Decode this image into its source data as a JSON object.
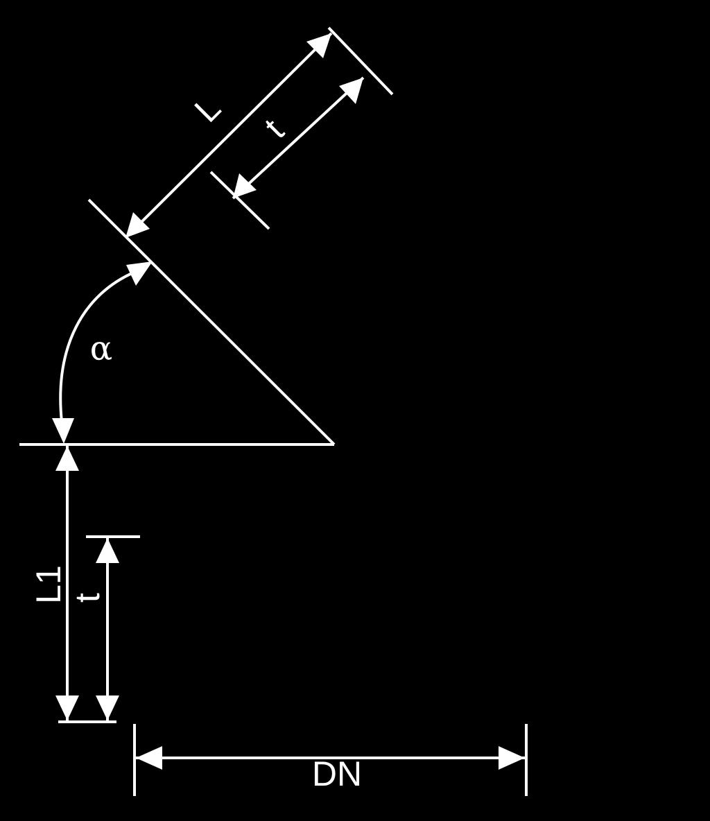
{
  "labels": {
    "length": "L",
    "depth_top": "t",
    "angle": "α",
    "length_side": "L1",
    "depth_side": "t",
    "diameter": "DN"
  },
  "colors": {
    "background": "#000000",
    "linework": "#ffffff"
  }
}
